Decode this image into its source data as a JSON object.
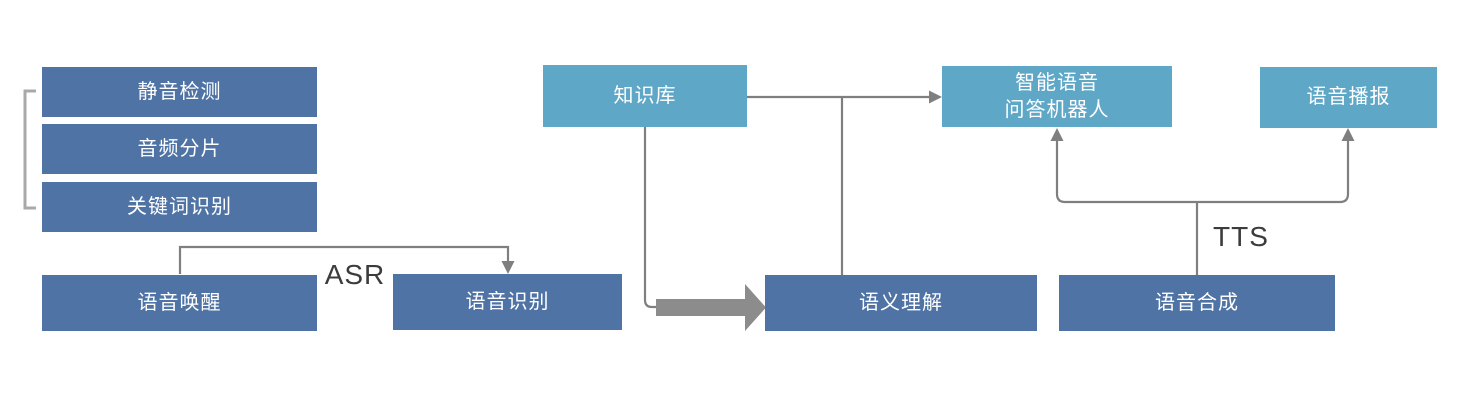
{
  "nodes": {
    "silence_detection": "静音检测",
    "audio_slicing": "音频分片",
    "keyword_recognition": "关键词识别",
    "voice_wakeup": "语音唤醒",
    "speech_recognition": "语音识别",
    "knowledge_base": "知识库",
    "qa_robot_line1": "智能语音",
    "qa_robot_line2": "问答机器人",
    "voice_broadcast": "语音播报",
    "semantic_understanding": "语义理解",
    "speech_synthesis": "语音合成"
  },
  "labels": {
    "asr": "ASR",
    "tts": "TTS"
  },
  "colors": {
    "dark_box": "#4E73A4",
    "light_box": "#5EA7C7",
    "connector": "#7F7F7F",
    "thick_arrow": "#8C8C8C",
    "bracket": "#A9A9A9",
    "edge_label_text": "#3C3C3C",
    "box_text": "#FFFFFF",
    "background": "#FFFFFF"
  },
  "bracket_group": [
    "静音检测",
    "音频分片",
    "关键词识别"
  ],
  "edges": [
    {
      "from": "语音唤醒",
      "to": "语音识别",
      "label": "ASR",
      "style": "thin-arrow"
    },
    {
      "from": "知识库",
      "to": "智能语音 问答机器人",
      "label": "",
      "style": "thin-arrow"
    },
    {
      "from": "知识库",
      "to": "语义理解",
      "label": "",
      "style": "thin-line-branch"
    },
    {
      "from": "知识库",
      "to": "语义理解",
      "label": "",
      "style": "thick-arrow"
    },
    {
      "from": "语音合成",
      "to": "智能语音 问答机器人",
      "label": "TTS",
      "style": "thin-arrow"
    },
    {
      "from": "语音合成",
      "to": "语音播报",
      "label": "TTS",
      "style": "thin-arrow"
    }
  ]
}
